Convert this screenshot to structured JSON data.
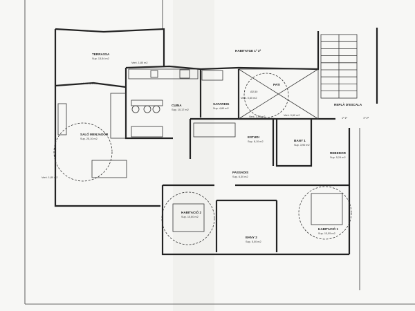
{
  "plan": {
    "dwelling": "HABITATGE 1º 3ª",
    "rooms": {
      "terrassa": {
        "name": "TERRASSA",
        "area": "Sup. 13,54 m2"
      },
      "salo": {
        "name": "SALÓ MENJADOR",
        "area": "Sup. 25,10 m2"
      },
      "cuina": {
        "name": "CUINA",
        "area": "Sup. 10,17 m2"
      },
      "safareig": {
        "name": "SAFAREIG",
        "area": "Sup. 4,80 m2"
      },
      "pati": {
        "name": "PATI"
      },
      "estudi": {
        "name": "ESTUDI",
        "area": "Sup. 8,10 m2"
      },
      "bany1": {
        "name": "BANY 1",
        "area": "Sup. 3,90 m2"
      },
      "rebedor": {
        "name": "REBEDOR",
        "area": "Sup. 5,24 m2"
      },
      "replà": {
        "name": "REPLÀ D'ESCALA"
      },
      "passadis": {
        "name": "PASSADIS",
        "area": "Sup. 6,30 m2"
      },
      "hab2": {
        "name": "HABITACIÓ 2",
        "area": "Sup. 10,60 m2"
      },
      "bany2": {
        "name": "BANY 2",
        "area": "Sup. 5,00 m2"
      },
      "hab1": {
        "name": "HABITACIÓ 1",
        "area": "Sup. 13,55 m2"
      }
    },
    "vents": [
      "Vent. 1,80 m2",
      "Vent. 4,75 m2",
      "Vent. 1,80 m2",
      "Vent. 0,60 m2",
      "Vent. 1,15 m2",
      "Vent. 0,60 m2"
    ],
    "neighbors": [
      "1º 1ª",
      "1º 2ª"
    ],
    "turning_circle": "Ø2,50"
  }
}
